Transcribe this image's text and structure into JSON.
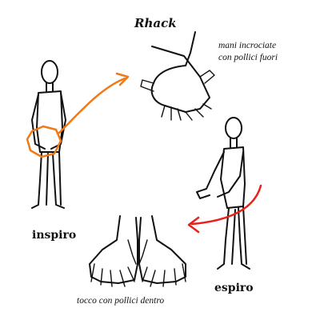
{
  "title": "Rhack",
  "note_top_line1": "mani incrociate",
  "note_top_line2": "con pollici fuori",
  "label_inspiro": "inspiro",
  "label_espiro": "espiro",
  "note_bottom": "tocco con pollici dentro",
  "colors": {
    "ink": "#111111",
    "orange": "#f07a1a",
    "red": "#e8221b"
  },
  "icons": [
    "standing-figure-icon",
    "crossed-hands-icon",
    "touching-hands-icon",
    "bent-figure-icon"
  ]
}
